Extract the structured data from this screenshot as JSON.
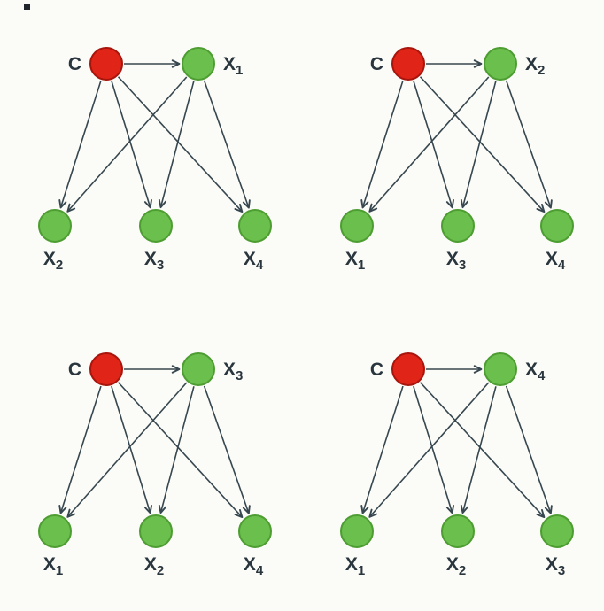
{
  "figure": {
    "description": "Four directed causal graphs; in each, red cause node C points to one top effect node and three bottom effect nodes, and the top effect node also points to the three bottom nodes.",
    "background": "#fbfbf7"
  },
  "style": {
    "cause_fill": "#e02417",
    "cause_stroke": "#a8150c",
    "effect_fill": "#6bbf4c",
    "effect_stroke": "#4d9d32",
    "arrow_color": "#37474f",
    "label_color": "#2a363e"
  },
  "panels": [
    {
      "id": "panel-x1",
      "cause": {
        "id": "C",
        "base": "C",
        "sub": ""
      },
      "top": {
        "id": "X1",
        "base": "X",
        "sub": "1"
      },
      "bottom": [
        {
          "id": "X2",
          "base": "X",
          "sub": "2"
        },
        {
          "id": "X3",
          "base": "X",
          "sub": "3"
        },
        {
          "id": "X4",
          "base": "X",
          "sub": "4"
        }
      ],
      "edges": [
        [
          "C",
          "X1"
        ],
        [
          "C",
          "X2"
        ],
        [
          "C",
          "X3"
        ],
        [
          "C",
          "X4"
        ],
        [
          "X1",
          "X2"
        ],
        [
          "X1",
          "X3"
        ],
        [
          "X1",
          "X4"
        ]
      ]
    },
    {
      "id": "panel-x2",
      "cause": {
        "id": "C",
        "base": "C",
        "sub": ""
      },
      "top": {
        "id": "X2",
        "base": "X",
        "sub": "2"
      },
      "bottom": [
        {
          "id": "X1",
          "base": "X",
          "sub": "1"
        },
        {
          "id": "X3",
          "base": "X",
          "sub": "3"
        },
        {
          "id": "X4",
          "base": "X",
          "sub": "4"
        }
      ],
      "edges": [
        [
          "C",
          "X2"
        ],
        [
          "C",
          "X1"
        ],
        [
          "C",
          "X3"
        ],
        [
          "C",
          "X4"
        ],
        [
          "X2",
          "X1"
        ],
        [
          "X2",
          "X3"
        ],
        [
          "X2",
          "X4"
        ]
      ]
    },
    {
      "id": "panel-x3",
      "cause": {
        "id": "C",
        "base": "C",
        "sub": ""
      },
      "top": {
        "id": "X3",
        "base": "X",
        "sub": "3"
      },
      "bottom": [
        {
          "id": "X1",
          "base": "X",
          "sub": "1"
        },
        {
          "id": "X2",
          "base": "X",
          "sub": "2"
        },
        {
          "id": "X4",
          "base": "X",
          "sub": "4"
        }
      ],
      "edges": [
        [
          "C",
          "X3"
        ],
        [
          "C",
          "X1"
        ],
        [
          "C",
          "X2"
        ],
        [
          "C",
          "X4"
        ],
        [
          "X3",
          "X1"
        ],
        [
          "X3",
          "X2"
        ],
        [
          "X3",
          "X4"
        ]
      ]
    },
    {
      "id": "panel-x4",
      "cause": {
        "id": "C",
        "base": "C",
        "sub": ""
      },
      "top": {
        "id": "X4",
        "base": "X",
        "sub": "4"
      },
      "bottom": [
        {
          "id": "X1",
          "base": "X",
          "sub": "1"
        },
        {
          "id": "X2",
          "base": "X",
          "sub": "2"
        },
        {
          "id": "X3",
          "base": "X",
          "sub": "3"
        }
      ],
      "edges": [
        [
          "C",
          "X4"
        ],
        [
          "C",
          "X1"
        ],
        [
          "C",
          "X2"
        ],
        [
          "C",
          "X3"
        ],
        [
          "X4",
          "X1"
        ],
        [
          "X4",
          "X2"
        ],
        [
          "X4",
          "X3"
        ]
      ]
    }
  ]
}
